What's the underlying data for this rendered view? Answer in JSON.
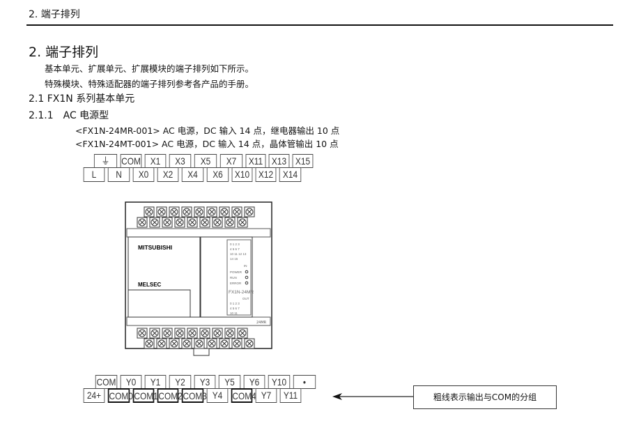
{
  "header": {
    "section": "2. 端子排列"
  },
  "title": "2. 端子排列",
  "intro": [
    "基本单元、扩展单元、扩展模块的端子排列如下所示。",
    "特殊模块、特殊适配器的端子排列参考各产品的手册。"
  ],
  "sec21": "2.1 FX1N 系列基本单元",
  "sec211": "2.1.1　AC 电源型",
  "models": [
    "<FX1N-24MR-001> AC 电源，DC 输入 14 点，继电器输出 10 点",
    "<FX1N-24MT-001> AC 电源，DC 输入 14 点，晶体管输出 10 点"
  ],
  "input_terminals": {
    "row1": [
      "⏚",
      "COM",
      "X1",
      "X3",
      "X5",
      "X7",
      "X11",
      "X13",
      "X15"
    ],
    "row2": [
      "L",
      "N",
      "X0",
      "X2",
      "X4",
      "X6",
      "X10",
      "X12",
      "X14"
    ]
  },
  "output_terminals": {
    "row1": [
      "COM",
      "Y0",
      "Y1",
      "Y2",
      "Y3",
      "Y5",
      "Y6",
      "Y10",
      "•"
    ],
    "row2": [
      "24+",
      "COM0",
      "COM1",
      "COM2",
      "COM3",
      "Y4",
      "COM4",
      "Y7",
      "Y11"
    ]
  },
  "plc": {
    "brand": "MITSUBISHI",
    "series": "MELSEC",
    "model": "FX1N-24MR",
    "model_short": "24MR",
    "in_label": "IN",
    "out_label": "OUT",
    "in_leds": [
      "0 1 2 3",
      "4 5 6 7",
      "10 11 12 13",
      "14 15"
    ],
    "out_leds": [
      "0 1 2 3",
      "4 5 6 7",
      "10 11"
    ],
    "status": [
      "POWER",
      "RUN",
      "ERROR"
    ]
  },
  "callout": "粗线表示输出与COM的分组"
}
